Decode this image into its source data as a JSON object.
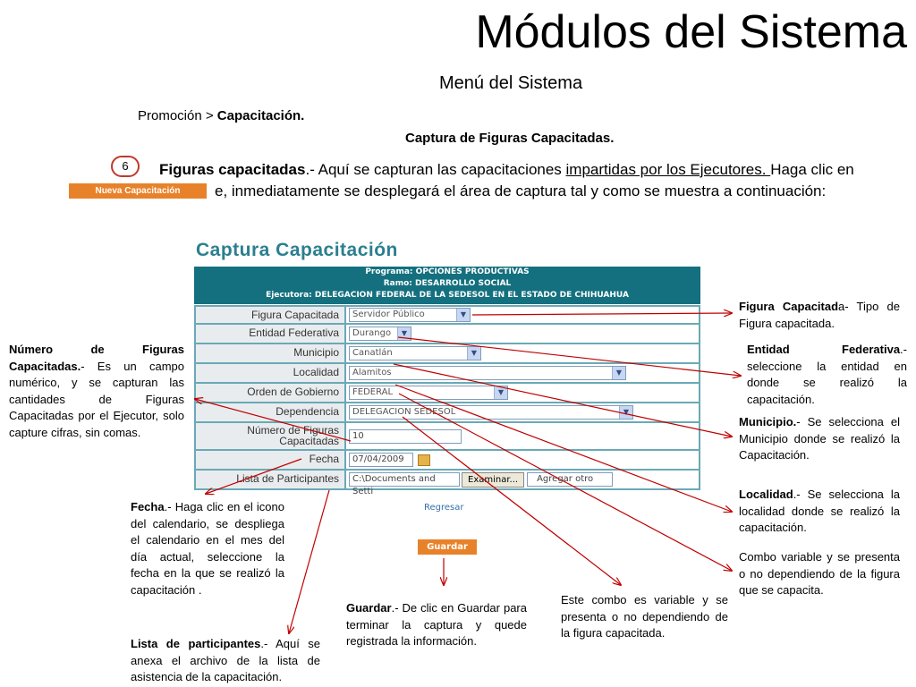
{
  "header": {
    "title": "Módulos del Sistema",
    "subtitle": "Menú del Sistema",
    "breadcrumb_prefix": "Promoción > ",
    "breadcrumb_current": "Capacitación.",
    "capture_heading": "Captura de Figuras Capacitadas."
  },
  "intro": {
    "step_number": "6",
    "nueva_button": "Nueva Capacitación",
    "bold_term": "Figuras capacitadas",
    "text_a": ".- Aquí se capturan las capacitaciones ",
    "underlined": "impartidas por los Ejecutores. ",
    "text_b": "Haga clic en",
    "text_c": "e, inmediatamente se desplegará el área de captura tal y como se muestra a continuación:"
  },
  "form": {
    "title": "Captura Capacitación",
    "header_lines": [
      "Programa: OPCIONES PRODUCTIVAS",
      "Ramo: DESARROLLO SOCIAL",
      "Ejecutora: DELEGACION FEDERAL DE LA SEDESOL EN EL ESTADO DE CHIHUAHUA"
    ],
    "fields": {
      "figura_label": "Figura Capacitada",
      "figura_value": "Servidor Público",
      "entidad_label": "Entidad Federativa",
      "entidad_value": "Durango",
      "municipio_label": "Municipio",
      "municipio_value": "Canatlán",
      "localidad_label": "Localidad",
      "localidad_value": "Alamitos",
      "orden_label": "Orden de Gobierno",
      "orden_value": "FEDERAL",
      "dependencia_label": "Dependencia",
      "dependencia_value": "DELEGACION SEDESOL",
      "numero_label": "Número de Figuras Capacitadas",
      "numero_value": "10",
      "fecha_label": "Fecha",
      "fecha_value": "07/04/2009",
      "lista_label": "Lista de Participantes",
      "lista_value": "C:\\Documents and Setti",
      "examinar": "Examinar...",
      "agregar": "Agregar otro"
    },
    "regresar": "Regresar",
    "guardar": "Guardar"
  },
  "notes": {
    "figura_bold": "Figura Capacitad",
    "figura_text": "a- Tipo de Figura capacitada.",
    "entidad_bold": "Entidad Federativa",
    "entidad_text": ".- seleccione la entidad en donde se realizó la capacitación.",
    "municipio_bold": "Municipio.",
    "municipio_text": "- Se selecciona el Municipio donde se realizó la Capacitación.",
    "localidad_bold": "Localidad",
    "localidad_text": ".- Se selecciona la localidad donde se realizó la capacitación.",
    "combo_right": "Combo variable y se presenta o no dependiendo de la figura que se capacita.",
    "combo_center": "Este combo es variable y se presenta o no dependiendo de la figura capacitada.",
    "numero_bold": "Número de Figuras Capacitadas.",
    "numero_text": "- Es un campo numérico, y se capturan las cantidades de Figuras Capacitadas por el Ejecutor, solo capture cifras, sin comas.",
    "fecha_bold": "Fecha",
    "fecha_text": ".- Haga clic en el icono del calendario, se despliega el calendario en el mes del día actual, seleccione la fecha en la que se realizó la capacitación .",
    "lista_bold": "Lista de participantes",
    "lista_text": ".- Aquí se anexa el archivo de la lista de asistencia de la capacitación.",
    "guardar_bold": "Guardar",
    "guardar_text": ".- De clic en Guardar para terminar la captura y quede registrada la información."
  },
  "colors": {
    "arrow": "#c00000",
    "form_header": "#14707f",
    "accent_orange": "#e8822a"
  }
}
